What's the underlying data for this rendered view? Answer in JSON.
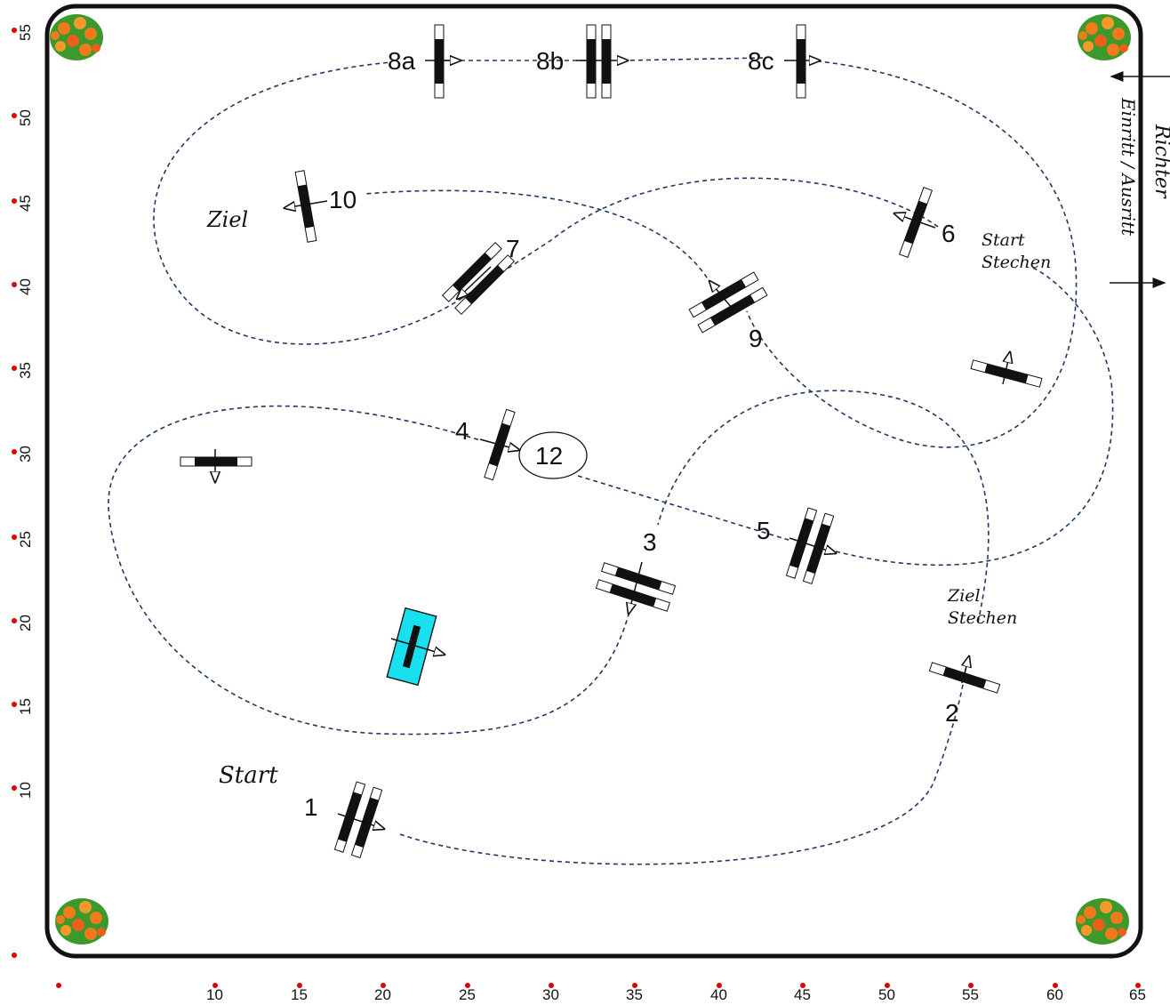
{
  "colors": {
    "path": "#1f3864",
    "fence": "#111111",
    "water": "#19e0ee",
    "marker": "#e00000",
    "flower_orange": "#f07a1c",
    "flower_green": "#3c9a2c"
  },
  "axes": {
    "x_ticks": [
      "10",
      "15",
      "20",
      "25",
      "30",
      "35",
      "40",
      "45",
      "50",
      "55",
      "60",
      "65"
    ],
    "y_ticks": [
      "55",
      "50",
      "45",
      "40",
      "35",
      "30",
      "25",
      "20",
      "15",
      "10"
    ]
  },
  "labels": {
    "start": "Start",
    "ziel": "Ziel",
    "start_stechen_1": "Start",
    "start_stechen_2": "Stechen",
    "ziel_stechen_1": "Ziel",
    "ziel_stechen_2": "Stechen",
    "einritt": "Einritt / Ausritt",
    "richter": "Richter"
  },
  "obstacles": [
    {
      "label": "1",
      "type": "oxer"
    },
    {
      "label": "2",
      "type": "vertical"
    },
    {
      "label": "3",
      "type": "oxer"
    },
    {
      "label": "4",
      "type": "vertical"
    },
    {
      "label": "5",
      "type": "oxer"
    },
    {
      "label": "6",
      "type": "vertical"
    },
    {
      "label": "7",
      "type": "oxer"
    },
    {
      "label": "8a",
      "type": "vertical"
    },
    {
      "label": "8b",
      "type": "oxer"
    },
    {
      "label": "8c",
      "type": "vertical"
    },
    {
      "label": "9",
      "type": "oxer"
    },
    {
      "label": "10",
      "type": "vertical"
    },
    {
      "label": "12",
      "type": "circled"
    }
  ],
  "unnumbered": [
    {
      "type": "vertical"
    },
    {
      "type": "vertical"
    },
    {
      "type": "water"
    }
  ]
}
